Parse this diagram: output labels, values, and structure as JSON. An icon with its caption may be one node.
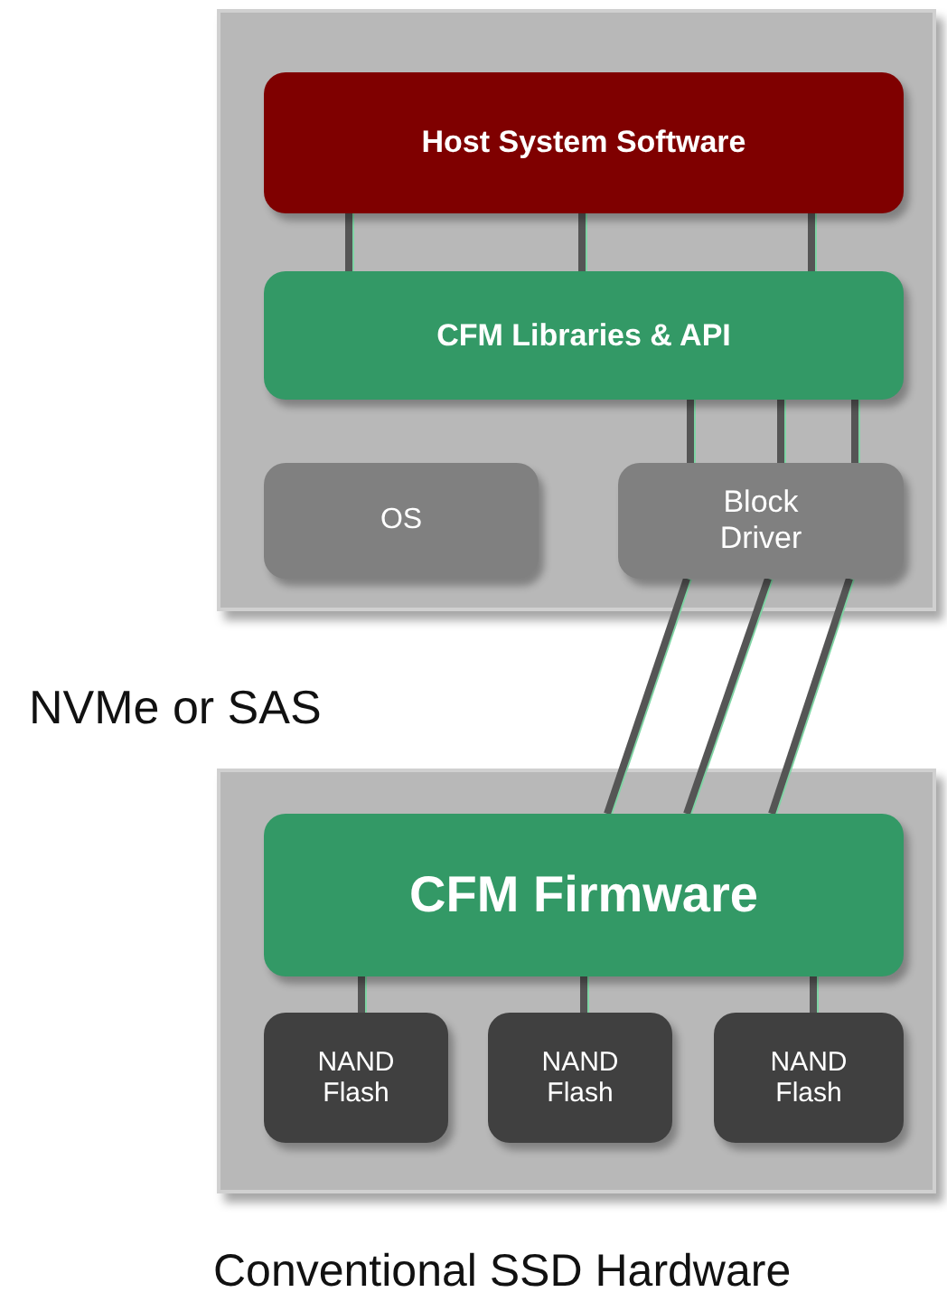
{
  "diagram": {
    "nodes": [
      {
        "text": [],
        "shape": "box"
      },
      {
        "text": [
          "Host System Software"
        ],
        "in": 0
      },
      {
        "text": [
          "CFM Libraries & API"
        ],
        "in": 0
      },
      {
        "text": [
          "OS"
        ],
        "in": 0
      },
      {
        "text": [
          "Block Driver"
        ],
        "in": 0
      },
      {
        "text": [],
        "shape": "box",
        "beside": [
          "Conventional SSD Hardware"
        ]
      },
      {
        "text": [
          "CFM Firmware"
        ],
        "in": 5
      },
      {
        "text": [
          "NAND Flash"
        ],
        "in": 5
      },
      {
        "text": [
          "NAND Flash"
        ],
        "in": 5
      },
      {
        "text": [
          "NAND Flash"
        ],
        "in": 5
      }
    ],
    "edges": [
      {
        "from": 1,
        "to": 2,
        "arrow": "none"
      },
      {
        "from": 1,
        "to": 2,
        "arrow": "none"
      },
      {
        "from": 1,
        "to": 2,
        "arrow": "none"
      },
      {
        "from": 2,
        "to": 4,
        "arrow": "none"
      },
      {
        "from": 2,
        "to": 4,
        "arrow": "none"
      },
      {
        "from": 2,
        "to": 4,
        "arrow": "none"
      },
      {
        "from": 4,
        "to": 6,
        "arrow": "none"
      },
      {
        "from": 4,
        "to": 6,
        "arrow": "none"
      },
      {
        "from": 4,
        "to": 6,
        "arrow": "none"
      },
      {
        "from": 6,
        "to": 7,
        "arrow": "none"
      },
      {
        "from": 6,
        "to": 8,
        "arrow": "none"
      },
      {
        "from": 6,
        "to": 9,
        "arrow": "none"
      }
    ],
    "labels": [
      "NVMe or SAS"
    ]
  }
}
